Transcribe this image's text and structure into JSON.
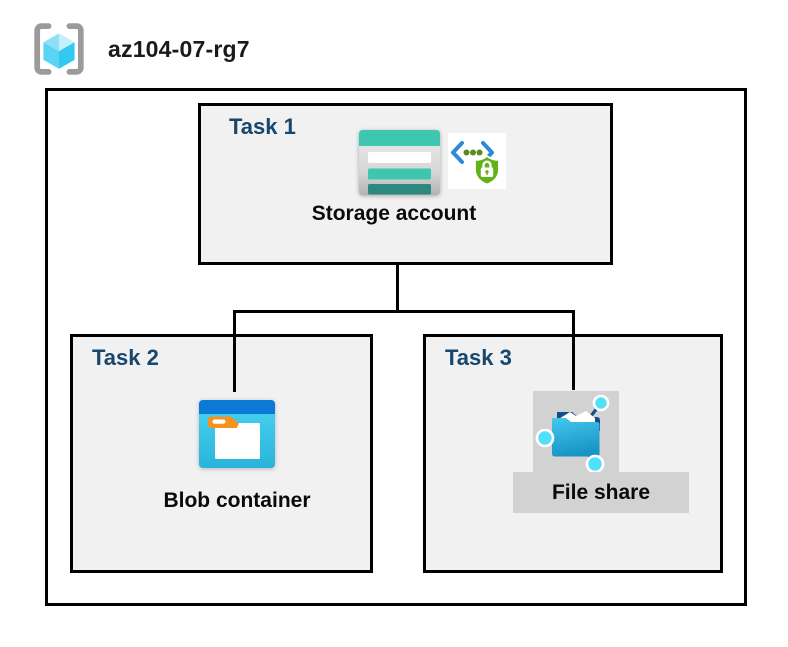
{
  "resource_group": {
    "name": "az104-07-rg7",
    "icon": "resource-group-icon"
  },
  "tasks": [
    {
      "title": "Task 1",
      "resource_label": "Storage account",
      "icons": [
        "storage-account-icon",
        "secured-endpoint-icon"
      ]
    },
    {
      "title": "Task 2",
      "resource_label": "Blob container",
      "icons": [
        "blob-container-icon"
      ]
    },
    {
      "title": "Task 3",
      "resource_label": "File share",
      "icons": [
        "file-share-icon"
      ]
    }
  ],
  "connections": [
    [
      "Storage account",
      "Blob container"
    ],
    [
      "Storage account",
      "File share"
    ]
  ],
  "colors": {
    "task_title": "#17476e",
    "box_fill": "#f1f1f1",
    "box_border": "#000000",
    "connector": "#000000",
    "selection_gray": "#d2d2d2",
    "storage_teal": "#3ec6b1",
    "storage_teal_dark": "#2b8a7d",
    "blob_top_blue": "#0b7ad4",
    "cyan_light": "#4cd3f4",
    "cyan_dark": "#28b4da",
    "folder_tab_orange": "#f6921e",
    "shield_green": "#62b219",
    "chevron_blue": "#2e8ad8",
    "node_cyan": "#50e0fa",
    "navy": "#134d8e",
    "bracket_gray": "#9b9b9b"
  }
}
